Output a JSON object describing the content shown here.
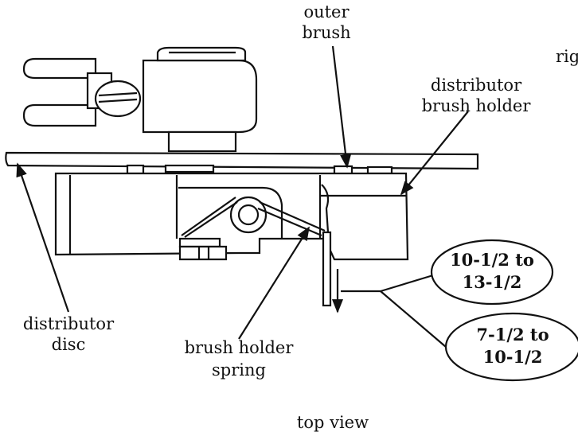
{
  "labels": {
    "outer_brush": [
      "outer",
      "brush"
    ],
    "rig_partial": "rig",
    "distributor_brush_holder": [
      "distributor",
      "brush holder"
    ],
    "distributor_disc": [
      "distributor",
      "disc"
    ],
    "brush_holder_spring": [
      "brush holder",
      "spring"
    ],
    "callout_upper": [
      "10-1/2 to",
      "13-1/2"
    ],
    "callout_lower": [
      "7-1/2 to",
      "10-1/2"
    ],
    "view_caption": "top view"
  }
}
